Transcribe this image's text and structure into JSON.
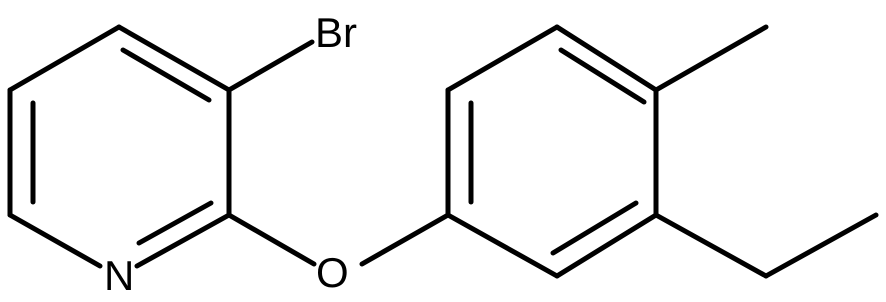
{
  "colors": {
    "background": "#ffffff",
    "bond": "#000000",
    "label": "#000000"
  },
  "molecule": {
    "atoms": {
      "br": "Br",
      "o": "O",
      "n": "N"
    }
  }
}
